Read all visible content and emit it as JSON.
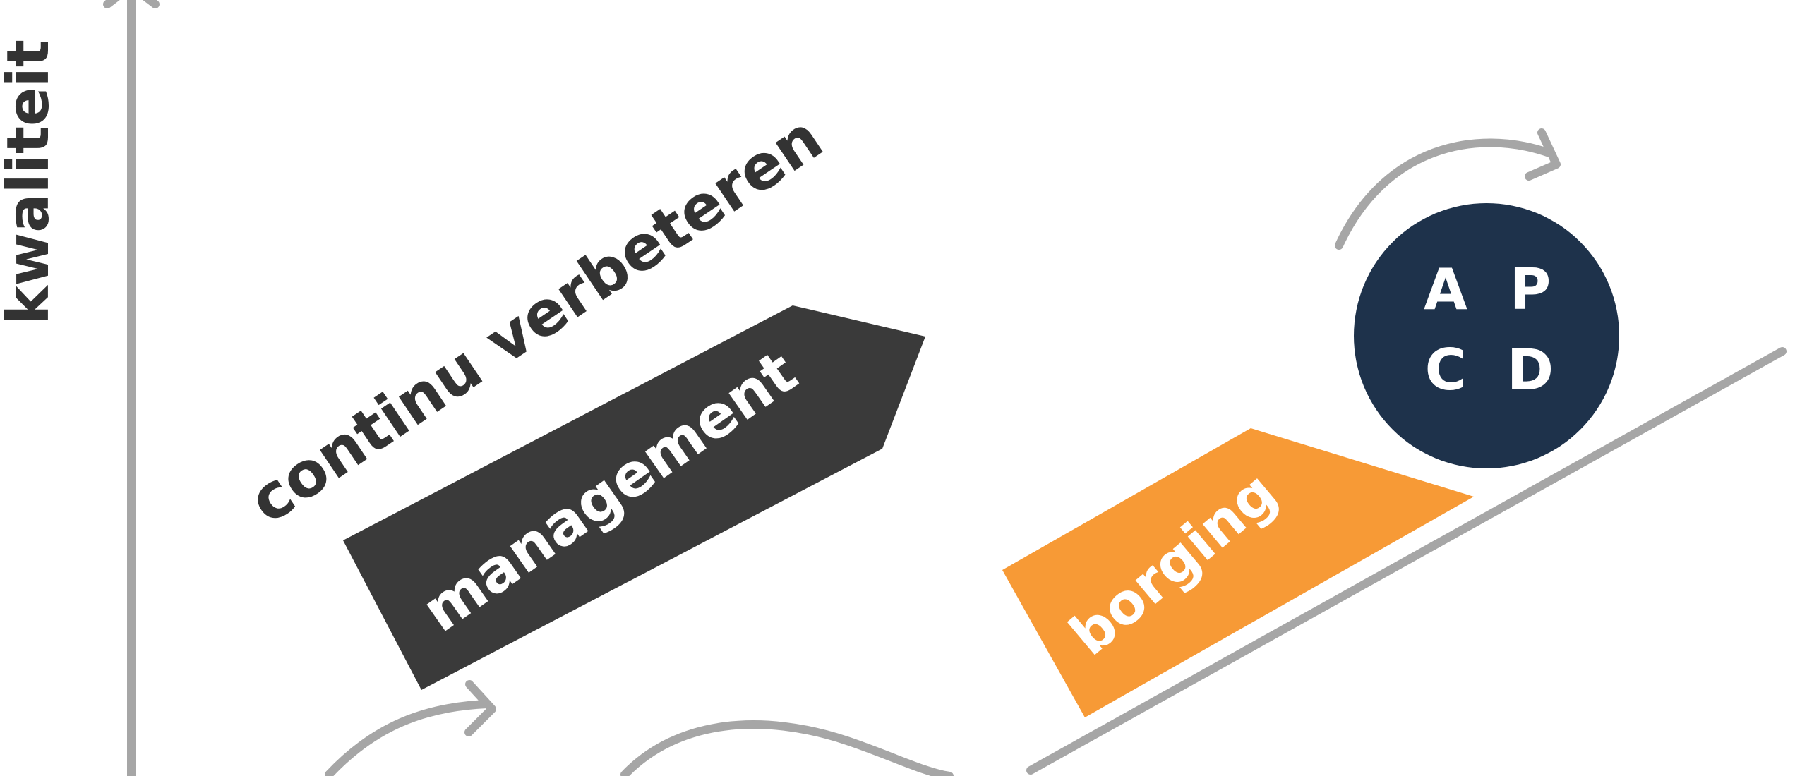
{
  "axis": {
    "y_label": "kwaliteit"
  },
  "labels": {
    "continuous_improvement": "continu verbeteren",
    "management": "management",
    "assurance": "borging"
  },
  "pdca": {
    "top_left": "A",
    "top_right": "P",
    "bottom_left": "C",
    "bottom_right": "D"
  },
  "colors": {
    "axis_gray": "#a6a6a6",
    "management_dark": "#3a3a3a",
    "assurance_orange": "#f79a36",
    "pdca_navy": "#1e324b",
    "text_dark": "#333333",
    "text_light": "#ffffff"
  }
}
